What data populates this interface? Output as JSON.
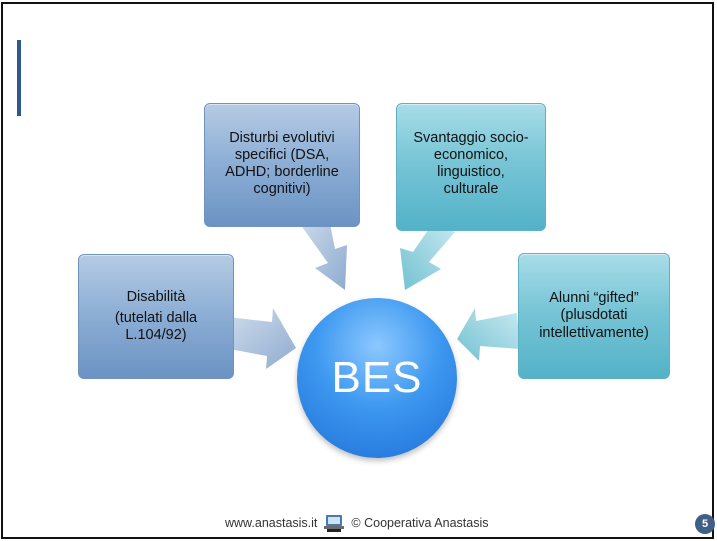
{
  "center": {
    "label": "BES"
  },
  "boxes": {
    "disabilita": {
      "line1": "Disabilità",
      "line2": "(tutelati dalla",
      "line3": "L.104/92)"
    },
    "disturbi": {
      "line1": "Disturbi evolutivi",
      "line2": "specifici (DSA,",
      "line3": "ADHD; borderline",
      "line4": "cognitivi)"
    },
    "svantaggio": {
      "line1": "Svantaggio socio-",
      "line2": "economico,",
      "line3": "linguistico,",
      "line4": "culturale"
    },
    "gifted": {
      "line1": "Alunni “gifted”",
      "line2": "(plusdotati",
      "line3": "intellettivamente)"
    }
  },
  "footer": {
    "website": "www.anastasis.it",
    "copyright": "© Cooperativa Anastasis",
    "logo_icon": "anastasis-logo-icon"
  },
  "page_number": "5",
  "colors": {
    "blue_box": "#8fb0d6",
    "teal_box": "#78c5d6",
    "circle": "#3d98f0",
    "page_badge": "#3f5f86"
  }
}
